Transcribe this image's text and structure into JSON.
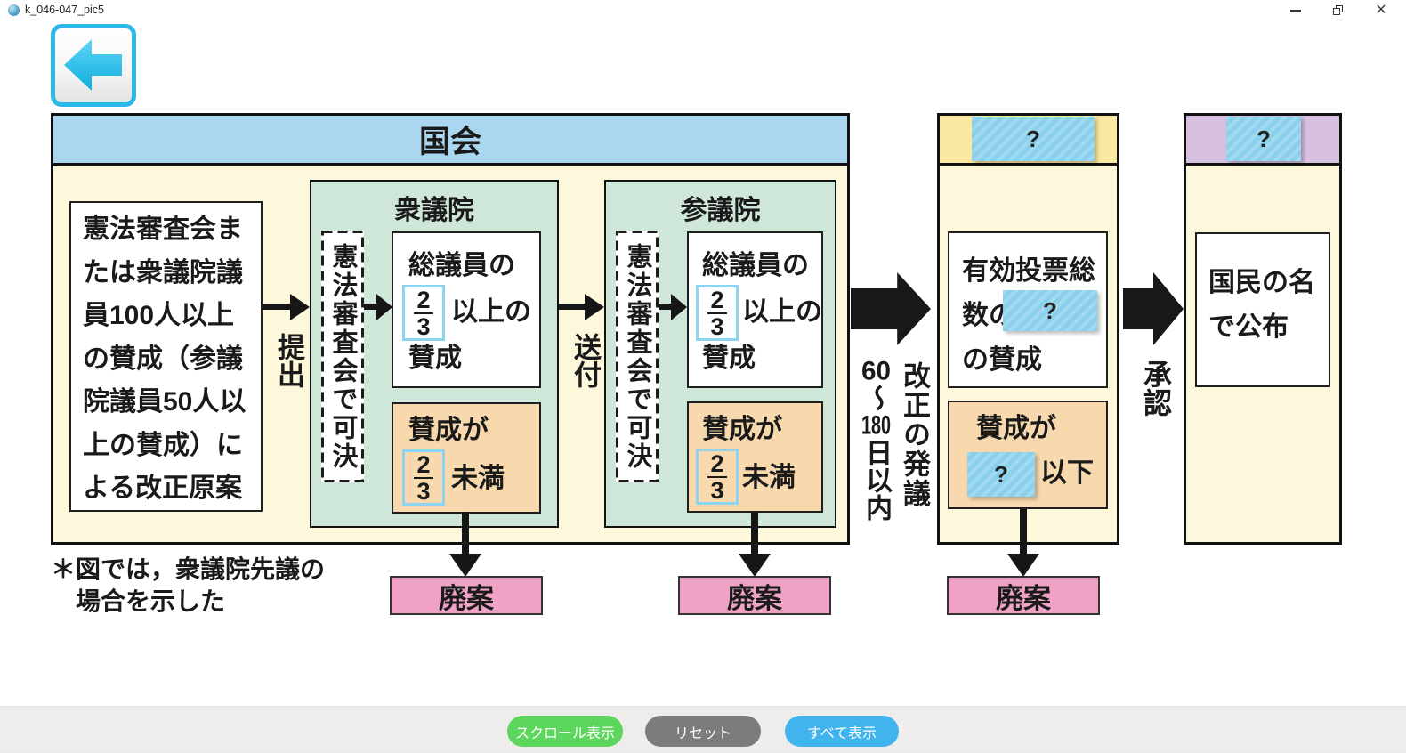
{
  "window": {
    "title": "k_046-047_pic5"
  },
  "diagram": {
    "kokkai_title": "国会",
    "draft_text": "憲法審査会ま\nたは衆議院議\n員100人以上\nの賛成（参議\n院議員50人以\n上の賛成）に\nよる改正原案",
    "submit": "提出",
    "send": "送付",
    "house1_title": "衆議院",
    "house2_title": "参議院",
    "committee": "憲法審査会で可決",
    "members": "総議員の",
    "frac_num": "2",
    "frac_den": "3",
    "over": "以上の",
    "approve": "賛成",
    "approval_is": "賛成が",
    "under": "未満",
    "days_n1": "60",
    "days_tilde": "～",
    "days_n2": "180",
    "days_suffix": "日以内",
    "initiation": "改正の発議",
    "referendum_header_q": "?",
    "valid_votes_l1": "有効投票総",
    "valid_votes_l2": "数の",
    "valid_votes_q": "?",
    "valid_votes_l3": "の賛成",
    "fail_q": "?",
    "or_less": "以下",
    "approval": "承認",
    "emperor_header_q": "?",
    "promulgate": "国民の名\nで公布",
    "rejected": "廃案",
    "note_l1": "＊図では，衆議院先議の",
    "note_l2": "場合を示した"
  },
  "toolbar": {
    "scroll_label": "スクロール表示",
    "reset_label": "リセット",
    "show_all_label": "すべて表示"
  }
}
